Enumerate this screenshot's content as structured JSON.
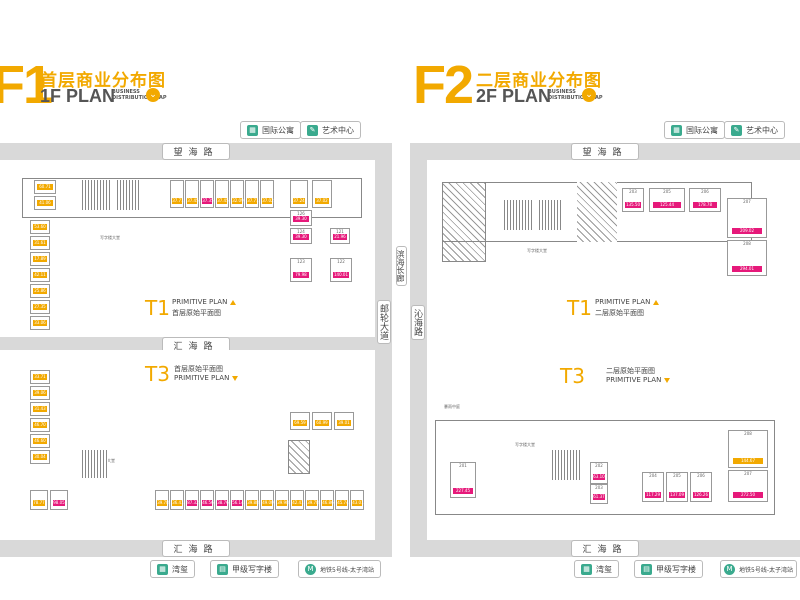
{
  "f1": {
    "big": "F1",
    "title_cn": "首层商业分布图",
    "title_en": "1F PLAN",
    "sub_line1": "BUSINESS",
    "sub_line2": "DISTRIBUTION MAP",
    "badges": [
      "国际公寓",
      "艺术中心"
    ],
    "road_top": "望海路",
    "road_bottom": "汇海路",
    "road_right": "邮轮大道",
    "t1": {
      "label": "T1",
      "en": "PRIMITIVE PLAN",
      "cn": "首层原始平面图"
    },
    "t3": {
      "label": "T3",
      "cn": "首层原始平面图",
      "en": "PRIMITIVE PLAN"
    },
    "lobby_top": "写字楼大堂",
    "lobby_bottom": "写字楼大堂",
    "bottom_badges": [
      "湾玺",
      "甲级写字楼"
    ],
    "metro": "地铁5号线-太子湾站",
    "top_orange": [
      "60.71",
      "41.06",
      "37.71",
      "37.45",
      "37.35",
      "37.45",
      "32.09",
      "37.71",
      "37.02",
      "37.24",
      "37.02"
    ],
    "right_units": [
      {
        "id": "126",
        "v": "39.30"
      },
      {
        "id": "124",
        "v": "39.30"
      },
      {
        "id": "121",
        "v": "21.96"
      },
      {
        "id": "123",
        "v": "79.98"
      },
      {
        "id": "122",
        "v": "140.01"
      }
    ],
    "left_orange": [
      "53.60",
      "31.61",
      "17.89",
      "42.11",
      "25.86",
      "27.35",
      "33.06"
    ],
    "bottom_orange": [
      "78.77",
      "98.05",
      "39.78",
      "36.41",
      "39.88",
      "49.00",
      "39.98",
      "42.41",
      "39.78",
      "46.86",
      "45.74",
      "43.01"
    ],
    "left3_orange": [
      "33.71",
      "39.06",
      "31.43",
      "46.70",
      "46.60",
      "30.04"
    ],
    "bottom_magenta": [
      "87.32",
      "46.56",
      "38.76",
      "56.14"
    ],
    "right3_orange": [
      "69.59",
      "60.99",
      "39.01"
    ]
  },
  "divider_road": "滨海长廊",
  "f2": {
    "big": "F2",
    "title_cn": "二层商业分布图",
    "title_en": "2F PLAN",
    "sub_line1": "BUSINESS",
    "sub_line2": "DISTRIBUTION MAP",
    "badges": [
      "国际公寓",
      "艺术中心"
    ],
    "road_top": "望海路",
    "road_bottom": "汇海路",
    "road_left": "沁海路",
    "t1": {
      "label": "T1",
      "en": "PRIMITIVE PLAN",
      "cn": "二层原始平面图"
    },
    "t3": {
      "label": "T3",
      "cn": "二层原始平面图",
      "en": "PRIMITIVE PLAN"
    },
    "lobby_top": "写字楼大堂",
    "lobby_bottom": "写字楼大堂",
    "bottom_badges": [
      "湾玺",
      "甲级写字楼"
    ],
    "metro": "地铁5号线-太子湾站",
    "top_units": [
      {
        "id": "203",
        "v": "135.50"
      },
      {
        "id": "205",
        "v": "125.44"
      },
      {
        "id": "206",
        "v": "178.78"
      }
    ],
    "right_units": [
      {
        "id": "207",
        "v": "209.02"
      },
      {
        "id": "208",
        "v": "294.01"
      }
    ],
    "bottom_units": [
      {
        "id": "201",
        "v": "227.45"
      },
      {
        "id": "202",
        "v": "63.10"
      },
      {
        "id": "203",
        "v": "61.37"
      },
      {
        "id": "204",
        "v": "117.29"
      },
      {
        "id": "205",
        "v": "137.09"
      },
      {
        "id": "206",
        "v": "126.26"
      },
      {
        "id": "207",
        "v": "272.50"
      },
      {
        "id": "208",
        "v": "144.67"
      }
    ],
    "left_label": "暴雨中庭"
  },
  "colors": {
    "orange": "#f2a900",
    "magenta": "#e6197a",
    "green": "#3aaa8e",
    "road": "#d9d9d9"
  }
}
